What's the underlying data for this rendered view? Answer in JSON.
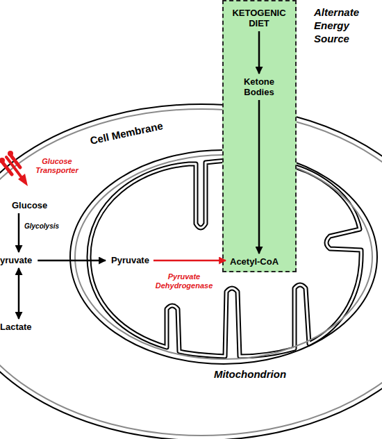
{
  "diagram": {
    "nodes": [
      {
        "text": [
          "Cell Membrane"
        ]
      },
      {
        "text": [
          "Mitochondrion"
        ],
        "in": 0
      },
      {
        "text": [
          "Alternate Energy Source"
        ]
      },
      {
        "text": [
          "KETOGENIC DIET"
        ],
        "in": 2
      },
      {
        "text": [
          "Ketone Bodies"
        ],
        "in": 2
      },
      {
        "text": [
          "Acetyl-CoA"
        ],
        "in": 2
      },
      {
        "text": [
          "Glucose"
        ],
        "in": 0
      },
      {
        "text": [
          "yruvate"
        ],
        "in": 0
      },
      {
        "text": [
          "Lactate"
        ],
        "in": 0
      },
      {
        "text": [
          "Pyruvate"
        ],
        "in": 1
      }
    ],
    "edges": [
      {
        "from": 3,
        "to": 4,
        "arrow": "to"
      },
      {
        "from": 4,
        "to": 5,
        "arrow": "to"
      },
      {
        "from": 6,
        "to": 7,
        "label": "Glycolysis",
        "arrow": "to"
      },
      {
        "from": 7,
        "to": 8,
        "arrow": "both"
      },
      {
        "from": 7,
        "to": 9,
        "arrow": "to"
      },
      {
        "from": 9,
        "to": 5,
        "label": "Pyruvate Dehydrogenase",
        "arrow": "to"
      }
    ],
    "labels": [
      "Glucose Transporter"
    ]
  }
}
